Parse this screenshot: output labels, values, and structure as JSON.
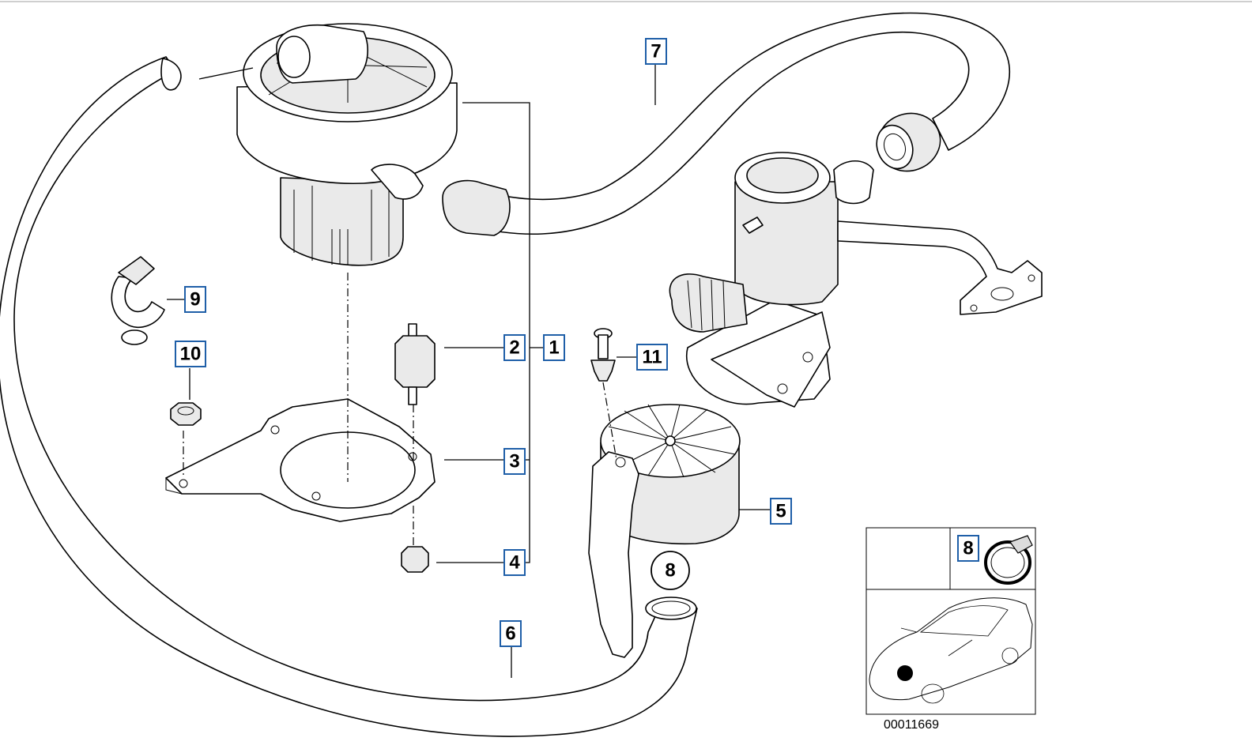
{
  "callouts": {
    "c1": "1",
    "c2": "2",
    "c3": "3",
    "c4": "4",
    "c5": "5",
    "c6": "6",
    "c7": "7",
    "c8_circle": "8",
    "c8_inset": "8",
    "c9": "9",
    "c10": "10",
    "c11": "11"
  },
  "reference_number": "00011669",
  "colors": {
    "callout_border": "#1f5fa8",
    "location_marker": "#000000"
  },
  "icons": [
    "hose-clamp-icon",
    "car-location-icon"
  ]
}
